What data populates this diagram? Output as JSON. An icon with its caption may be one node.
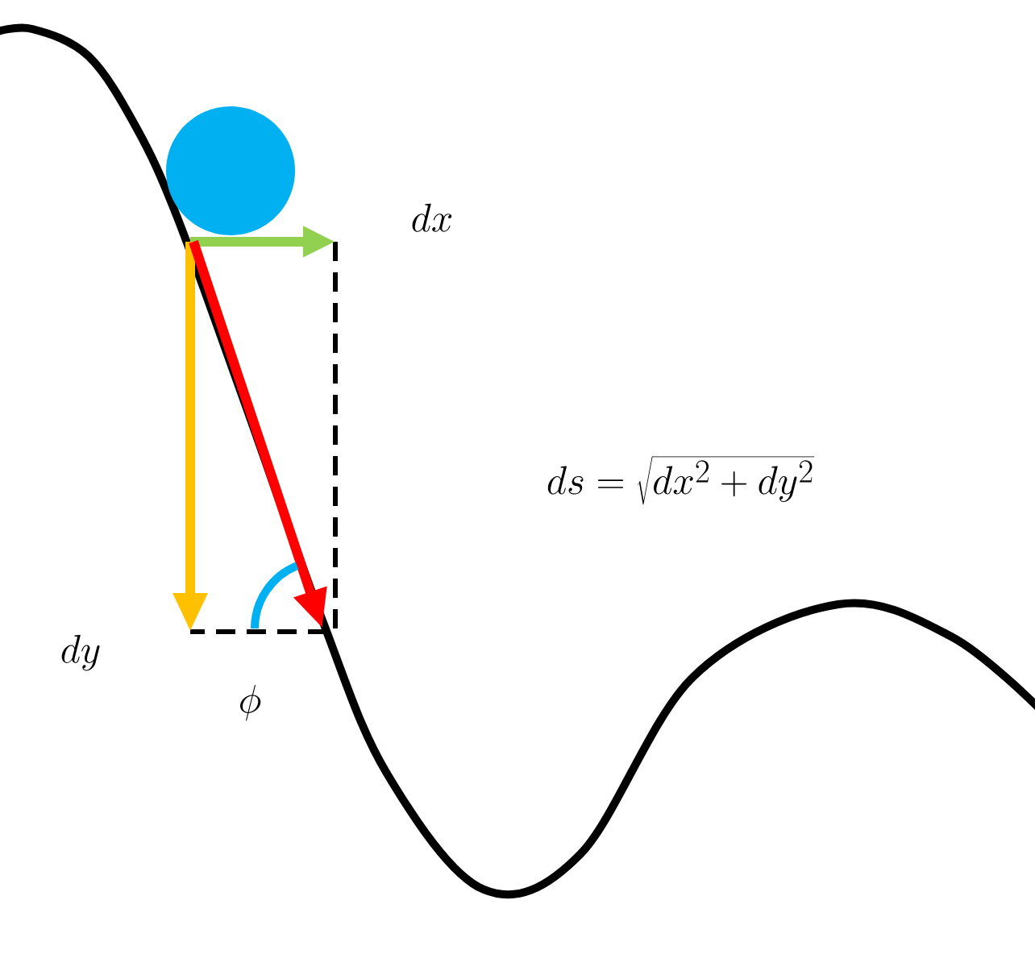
{
  "diagram": {
    "labels": [
      "dx",
      "ds = \\sqrt{dx^2 + dy^2}",
      "dy",
      "\\phi"
    ]
  }
}
